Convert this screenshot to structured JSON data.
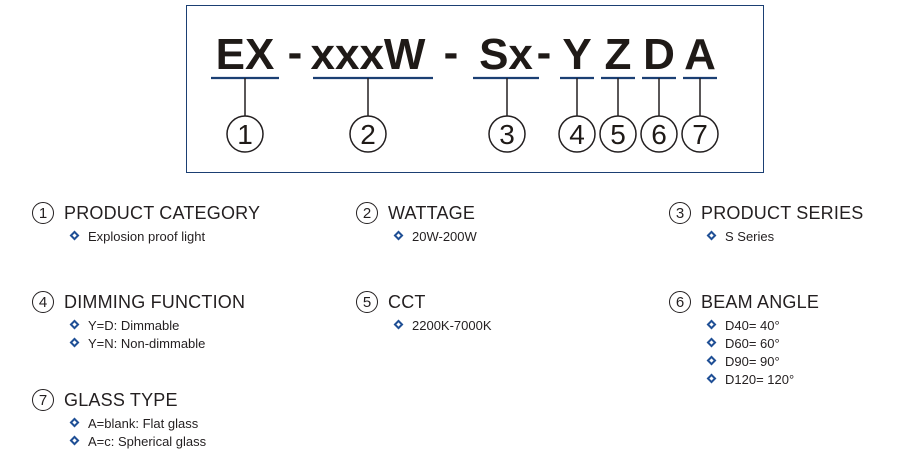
{
  "code": {
    "segments": [
      "EX",
      "xxxW",
      "Sx",
      "Y",
      "Z",
      "D",
      "A"
    ],
    "separator": "-",
    "numbers": [
      "1",
      "2",
      "3",
      "4",
      "5",
      "6",
      "7"
    ]
  },
  "legend": [
    {
      "num": "1",
      "title": "PRODUCT CATEGORY",
      "items": [
        "Explosion proof light"
      ]
    },
    {
      "num": "2",
      "title": "WATTAGE",
      "items": [
        "20W-200W"
      ]
    },
    {
      "num": "3",
      "title": "PRODUCT SERIES",
      "items": [
        "S Series"
      ]
    },
    {
      "num": "4",
      "title": "DIMMING FUNCTION",
      "items": [
        "Y=D: Dimmable",
        "Y=N: Non-dimmable"
      ]
    },
    {
      "num": "5",
      "title": "CCT",
      "items": [
        "2200K-7000K"
      ]
    },
    {
      "num": "6",
      "title": "BEAM ANGLE",
      "items": [
        "D40= 40°",
        "D60= 60°",
        "D90= 90°",
        "D120= 120°"
      ]
    },
    {
      "num": "7",
      "title": "GLASS TYPE",
      "items": [
        "A=blank: Flat glass",
        "A=c: Spherical glass"
      ]
    }
  ],
  "colors": {
    "frame": "#1b3f73",
    "bullet": "#1f4f95",
    "text": "#231f20"
  }
}
